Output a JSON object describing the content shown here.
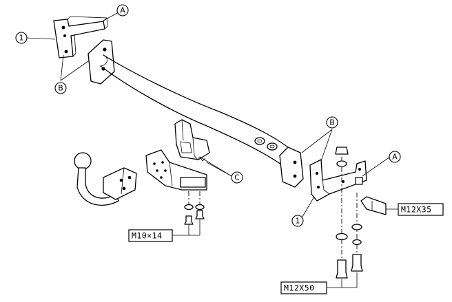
{
  "callouts": {
    "a_top": "A",
    "one_top": "1",
    "b_left": "B",
    "b_right": "B",
    "c": "C",
    "a_right": "A",
    "one_right": "1"
  },
  "specs": {
    "bolt_m10": "M10×14",
    "bolt_m12_35": "M12X35",
    "bolt_m12_50": "M12X50"
  }
}
